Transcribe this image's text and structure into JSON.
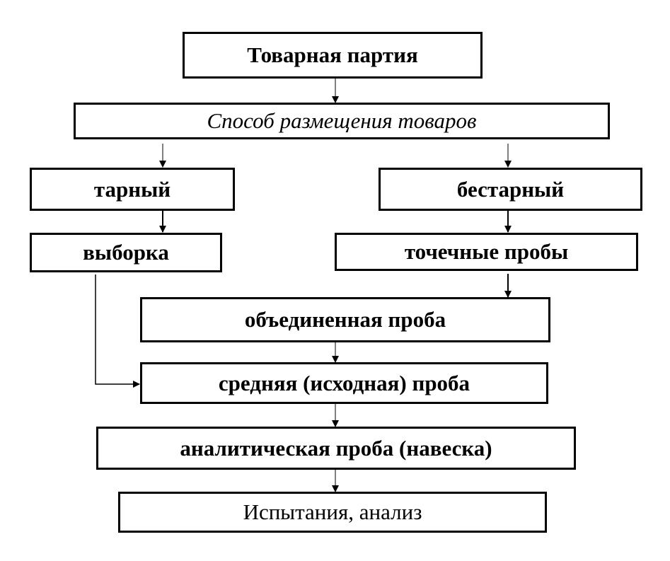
{
  "diagram": {
    "nodes": {
      "batch": "Товарная партия",
      "placement": "Способ размещения товаров",
      "packaged": "тарный",
      "bulk": "бестарный",
      "selection": "выборка",
      "spot_samples": "точечные пробы",
      "combined_sample": "объединенная проба",
      "average_sample": "средняя (исходная) проба",
      "analytical_sample": "аналитическая проба (навеска)",
      "testing": "Испытания, анализ"
    },
    "edges": [
      [
        "batch",
        "placement"
      ],
      [
        "placement",
        "packaged"
      ],
      [
        "placement",
        "bulk"
      ],
      [
        "packaged",
        "selection"
      ],
      [
        "bulk",
        "spot_samples"
      ],
      [
        "spot_samples",
        "combined_sample"
      ],
      [
        "combined_sample",
        "average_sample"
      ],
      [
        "selection",
        "average_sample"
      ],
      [
        "average_sample",
        "analytical_sample"
      ],
      [
        "analytical_sample",
        "testing"
      ]
    ]
  }
}
